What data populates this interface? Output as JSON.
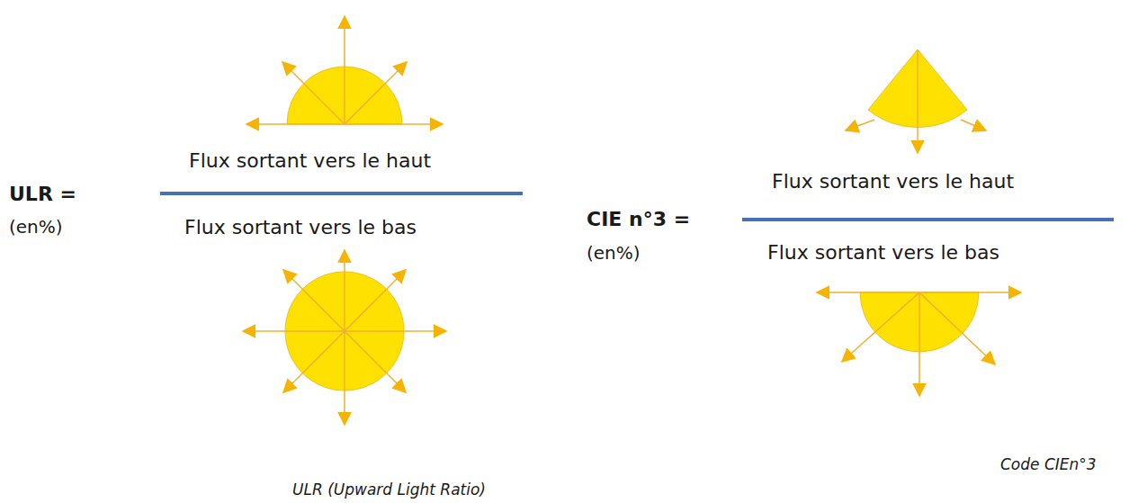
{
  "diagram": {
    "labels": [
      "ULR =",
      "(en%)",
      "Flux sortant vers le haut",
      "Flux sortant vers le bas",
      "CIE n°3 =",
      "(en%)",
      "Flux sortant vers le haut",
      "Flux sortant vers le bas",
      "ULR (Upward Light Ratio)",
      "Code CIEn°3"
    ]
  }
}
